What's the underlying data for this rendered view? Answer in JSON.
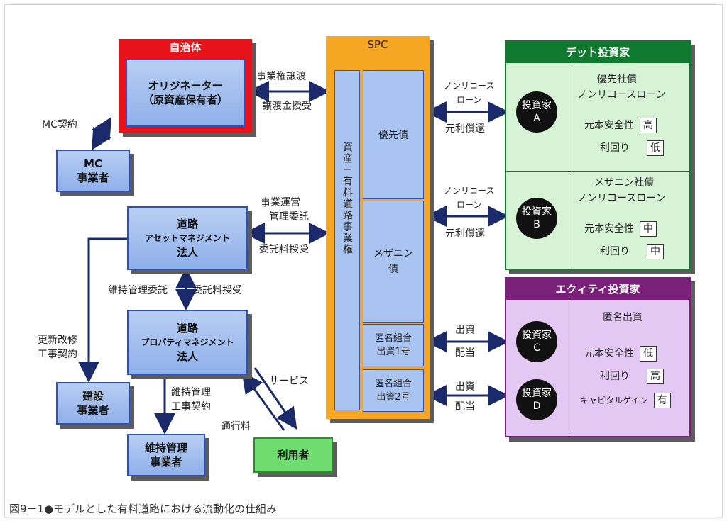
{
  "municipality": {
    "label": "自治体"
  },
  "originator": {
    "line1": "オリジネーター",
    "line2": "（原資産保有者）"
  },
  "mc_company": {
    "line1": "MC",
    "line2": "事業者"
  },
  "road_asset": {
    "line1": "道路",
    "line2": "アセットマネジメント",
    "line3": "法人"
  },
  "road_property": {
    "line1": "道路",
    "line2": "プロパティマネジメント",
    "line3": "法人"
  },
  "construction": {
    "line1": "建設",
    "line2": "事業者"
  },
  "maintenance": {
    "line1": "維持管理",
    "line2": "事業者"
  },
  "user": {
    "label": "利用者"
  },
  "spc": {
    "title": "SPC",
    "asset_vertical": "資産－有料道路事業権",
    "senior": "優先債",
    "mezzanine_line1": "メザニン",
    "mezzanine_line2": "債",
    "tk1_line1": "匿名組合",
    "tk1_line2": "出資1号",
    "tk2_line1": "匿名組合",
    "tk2_line2": "出資2号"
  },
  "labels": {
    "transfer": "事業権譲渡",
    "transfer_payment": "譲渡金授受",
    "mc_contract": "MC契約",
    "operation_line1": "事業運営",
    "operation_line2": "管理委託",
    "commission_fee": "委託料授受",
    "maint_commission": "維持管理委託",
    "commission_fee2": "委託料授受",
    "renewal_line1": "更新改修",
    "renewal_line2": "工事契約",
    "maint_contract_line1": "維持管理",
    "maint_contract_line2": "工事契約",
    "service": "サービス",
    "toll": "通行料",
    "nonrecourse_line1": "ノンリコース",
    "nonrecourse_line2": "ローン",
    "repayment": "元利償還",
    "nonrecourse_b_line1": "ノンリコース",
    "nonrecourse_b_line2": "ローン",
    "repayment_b": "元利償還",
    "invest_c": "出資",
    "dividend_c": "配当",
    "invest_d": "出資",
    "dividend_d": "配当"
  },
  "debt": {
    "title": "デット投資家",
    "a": {
      "circle1": "投資家",
      "circle2": "A",
      "product_line1": "優先社債",
      "product_line2": "ノンリコースローン",
      "safety_label": "元本安全性",
      "safety": "高",
      "yield_label": "利回り",
      "yield": "低"
    },
    "b": {
      "circle1": "投資家",
      "circle2": "B",
      "product_line1": "メザニン社債",
      "product_line2": "ノンリコースローン",
      "safety_label": "元本安全性",
      "safety": "中",
      "yield_label": "利回り",
      "yield": "中"
    }
  },
  "equity": {
    "title": "エクィティ投資家",
    "product": "匿名出資",
    "c": {
      "circle1": "投資家",
      "circle2": "C"
    },
    "d": {
      "circle1": "投資家",
      "circle2": "D"
    },
    "safety_label": "元本安全性",
    "safety": "低",
    "yield_label": "利回り",
    "yield": "高",
    "gain_label": "キャピタルゲイン",
    "gain": "有"
  },
  "caption": "図9－1●モデルとした有料道路における流動化の仕組み",
  "colors": {
    "red": "#e8121a",
    "blue_border": "#2b4fbf",
    "orange": "#f5a623",
    "green": "#0f7a2e",
    "green_fill": "#d6f3d6",
    "purple": "#7a1f7a",
    "purple_fill": "#e2c8f2",
    "user_green": "#6fdc6f"
  }
}
